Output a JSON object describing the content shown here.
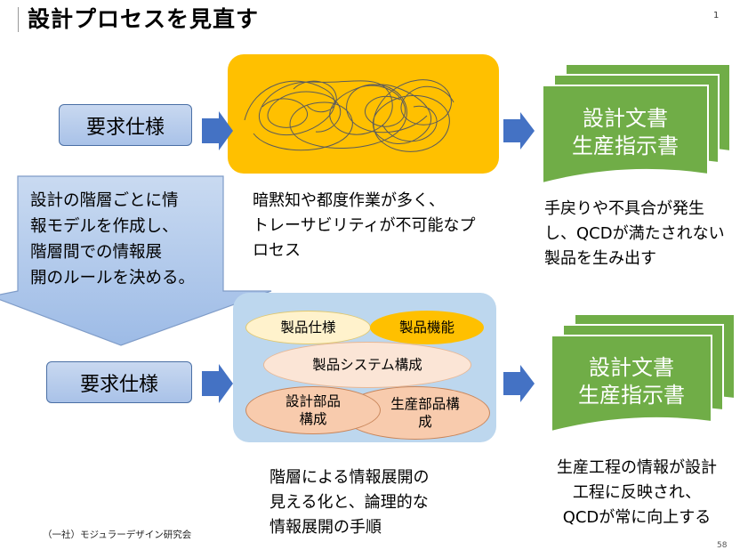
{
  "title": "設計プロセスを見直す",
  "page_number": "1",
  "slide_number": "58",
  "footer": "（一社）モジュラーデザイン研究会",
  "top": {
    "requirements": "要求仕様",
    "documents": [
      "設計文書",
      "生産指示書"
    ],
    "caption_process": [
      "暗黙知や都度作業が多く、",
      "トレーサビリティが不可能なプ",
      "ロセス"
    ],
    "caption_result": [
      "手戻りや不具合が発生",
      "し、QCDが満たされない",
      "製品を生み出す"
    ]
  },
  "callout": [
    "設計の階層ごとに情",
    "報モデルを作成し、",
    "階層間での情報展",
    "開のルールを決める。"
  ],
  "bottom": {
    "requirements": "要求仕様",
    "model": {
      "product_spec": "製品仕様",
      "product_function": "製品機能",
      "product_system": "製品システム構成",
      "design_parts": [
        "設計部品",
        "構成"
      ],
      "production_parts": [
        "生産部品構",
        "成"
      ]
    },
    "documents": [
      "設計文書",
      "生産指示書"
    ],
    "caption_process": [
      "階層による情報展開の",
      "見える化と、論理的な",
      "情報展開の手順"
    ],
    "caption_result": [
      "生産工程の情報が設計",
      "工程に反映され、",
      "QCDが常に向上する"
    ]
  },
  "colors": {
    "arrow_blue": "#4472c4",
    "chaos_orange": "#ffc000",
    "doc_green": "#70ad47",
    "model_panel": "#bdd7ee"
  }
}
